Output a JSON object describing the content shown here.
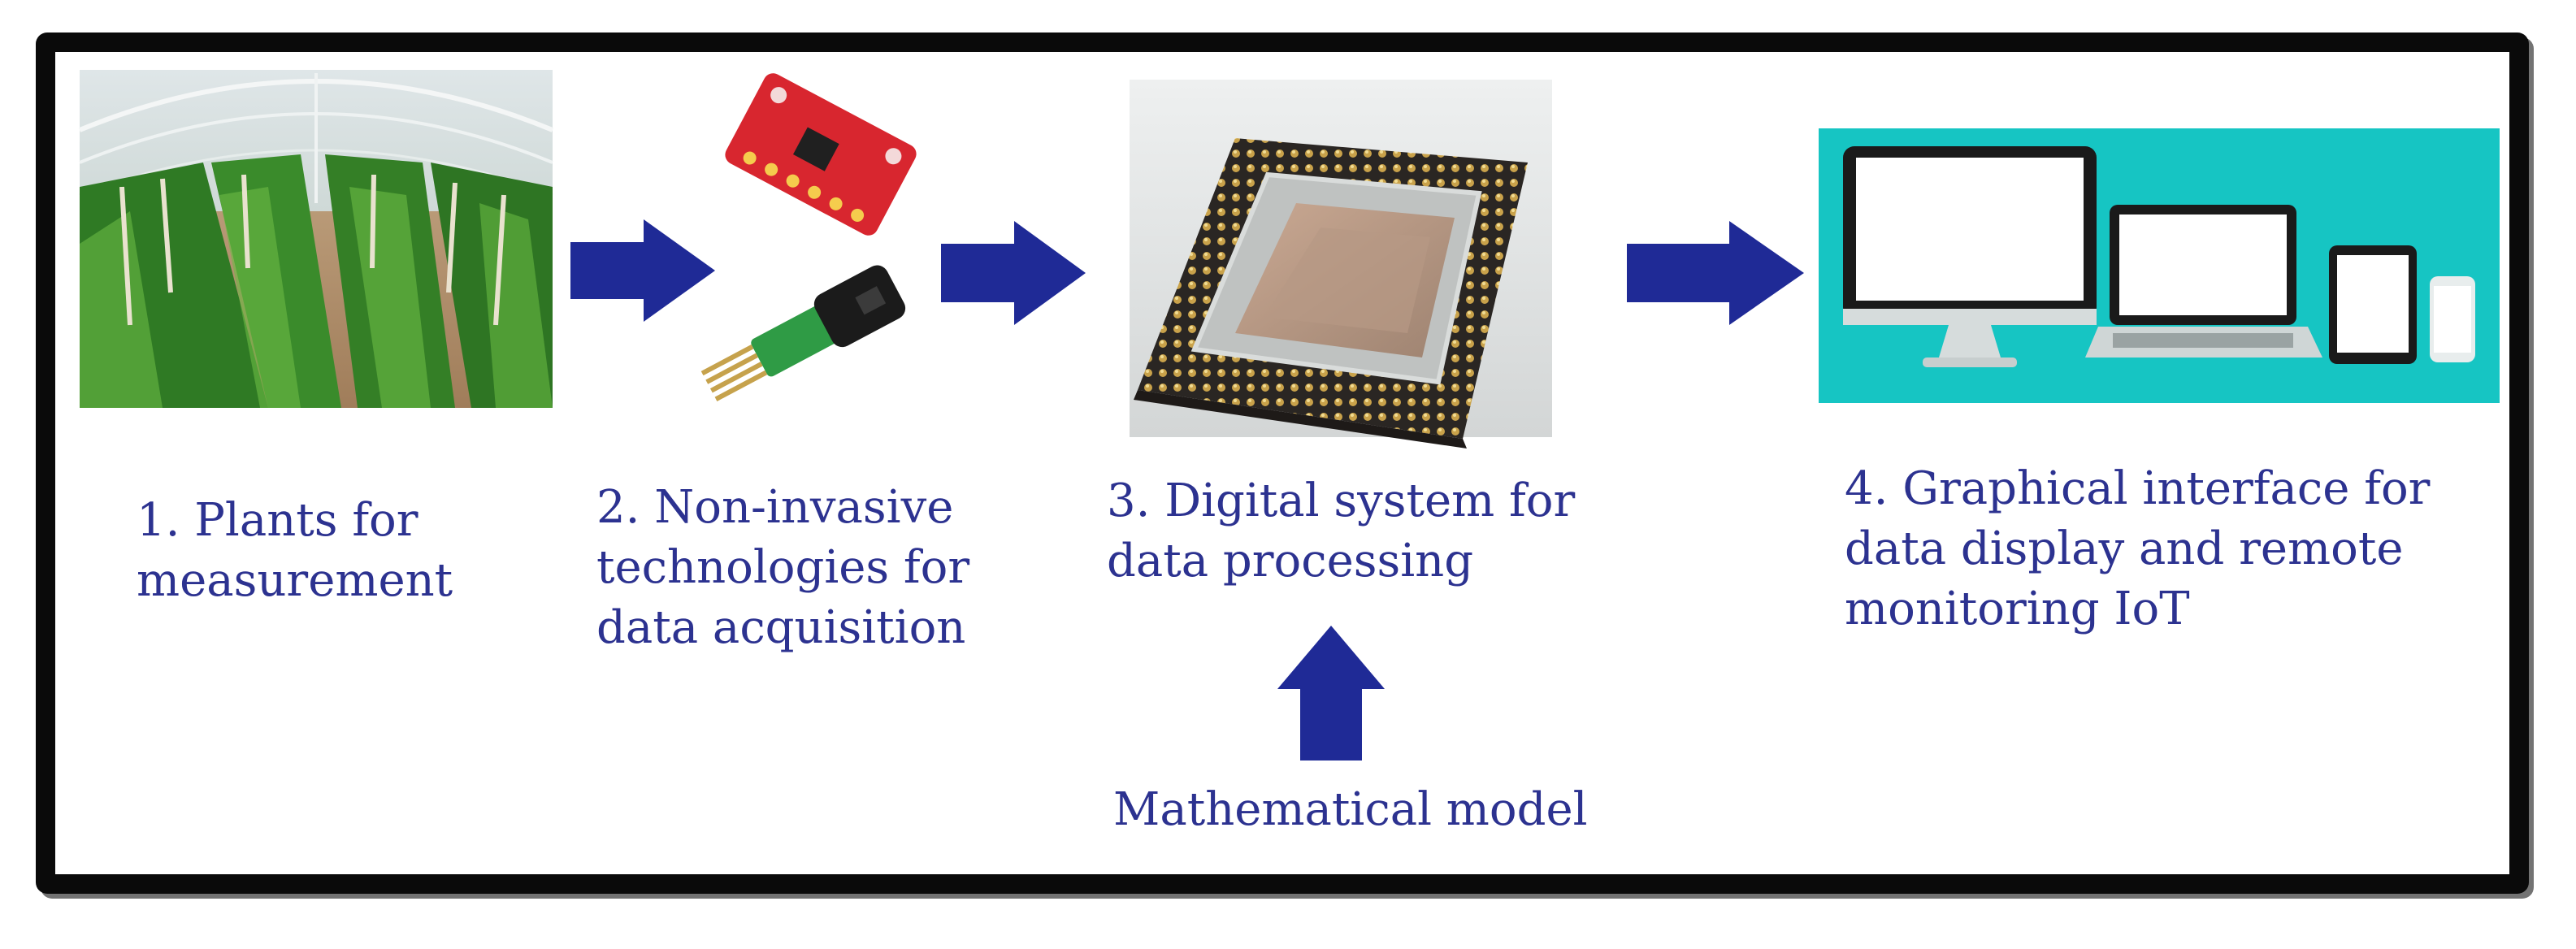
{
  "diagram": {
    "steps": [
      {
        "id": "plants",
        "number_label": "1. Plants for",
        "line2": "measurement",
        "line3": "",
        "image": "greenhouse-rows-photo"
      },
      {
        "id": "sensors",
        "number_label": "2. Non-invasive",
        "line2": "technologies for",
        "line3": "data acquisition",
        "image": "sensor-modules-photo"
      },
      {
        "id": "processing",
        "number_label": "3. Digital system for",
        "line2": "data processing",
        "line3": "",
        "image": "processor-chip-photo"
      },
      {
        "id": "interface",
        "number_label": "4. Graphical interface for",
        "line2": "data display and remote",
        "line3": "monitoring IoT",
        "image": "devices-illustration"
      }
    ],
    "model_label": "Mathematical model",
    "colors": {
      "text": "#2c3290",
      "arrow": "#1f2a96",
      "frame": "#0a0a0a",
      "device_bg": "#16c5c3"
    },
    "icons": [
      "right-arrow-icon",
      "up-arrow-icon"
    ]
  }
}
